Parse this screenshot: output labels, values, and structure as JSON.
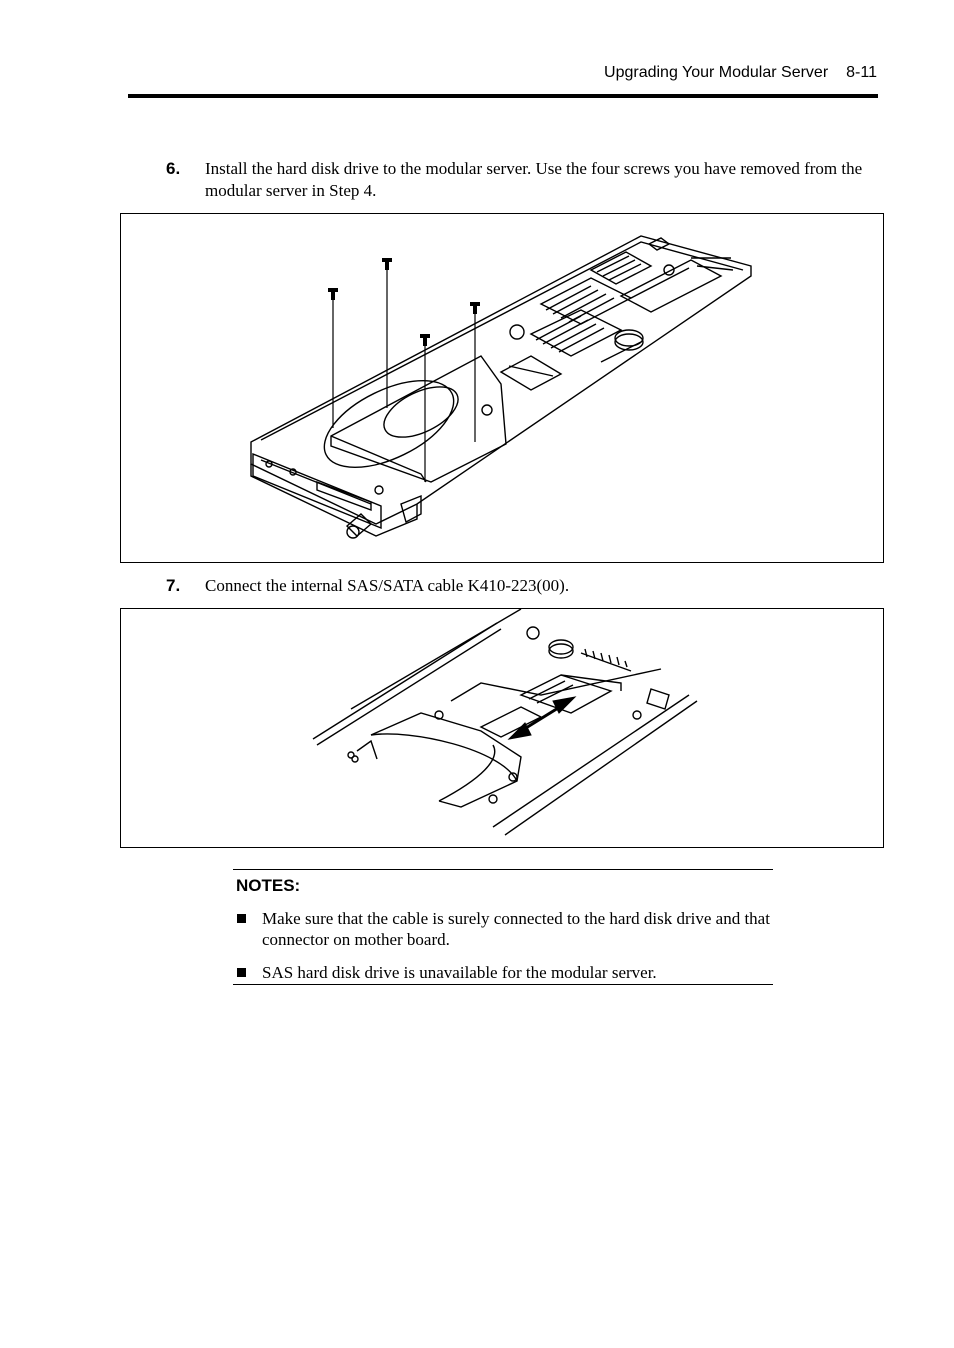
{
  "header": {
    "title": "Upgrading Your Modular Server",
    "page": "8-11"
  },
  "steps": [
    {
      "number": "6.",
      "text": "Install the hard disk drive to the modular server. Use the four screws you have removed from the modular server in Step 4."
    },
    {
      "number": "7.",
      "text": "Connect the internal SAS/SATA cable K410-223(00)."
    }
  ],
  "notes": {
    "title": "NOTES:",
    "items": [
      "Make sure that the cable is surely connected to the hard disk drive and that connector on mother board.",
      "SAS hard disk drive is unavailable for the modular server."
    ]
  }
}
